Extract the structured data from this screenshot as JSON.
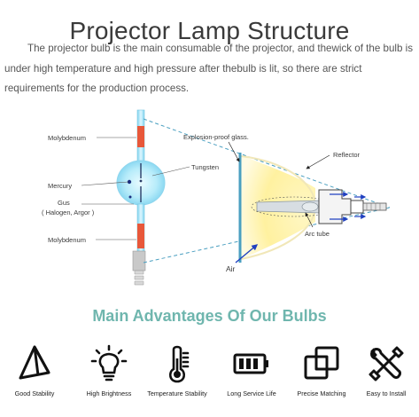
{
  "page": {
    "title": "Projector Lamp Structure",
    "intro": "The projector bulb is the main consumable of the projector, and thewick of the bulb is under high temperature and high pressure after thebulb is lit, so there are strict requirements for the production process."
  },
  "diagram": {
    "labels": {
      "molybdenum_top": "Molybdenum",
      "mercury": "Mercury",
      "gas_line1": "Gus",
      "gas_line2": "( Halogen, Argor )",
      "molybdenum_bottom": "Molybdenum",
      "tungsten": "Tungsten",
      "explosion_proof_glass": "Explosion-proof glass.",
      "reflector": "Reflector",
      "arc_tube": "Arc tube",
      "air": "Air"
    },
    "colors": {
      "line": "#4a9fc0",
      "molybdenum": "#e8583a",
      "glow": "#fff4b0",
      "bulb": "#a9e4f5"
    }
  },
  "advantages": {
    "heading": "Main Advantages Of Our Bulbs",
    "items": [
      {
        "label": "Good Stability",
        "icon": "pyramid-icon"
      },
      {
        "label": "High Brightness",
        "icon": "lightbulb-icon"
      },
      {
        "label": "Temperature Stability",
        "icon": "thermometer-icon"
      },
      {
        "label": "Long Service Life",
        "icon": "battery-icon"
      },
      {
        "label": "Precise Matching",
        "icon": "overlapping-squares-icon"
      },
      {
        "label": "Easy to Install",
        "icon": "tools-icon"
      }
    ]
  }
}
